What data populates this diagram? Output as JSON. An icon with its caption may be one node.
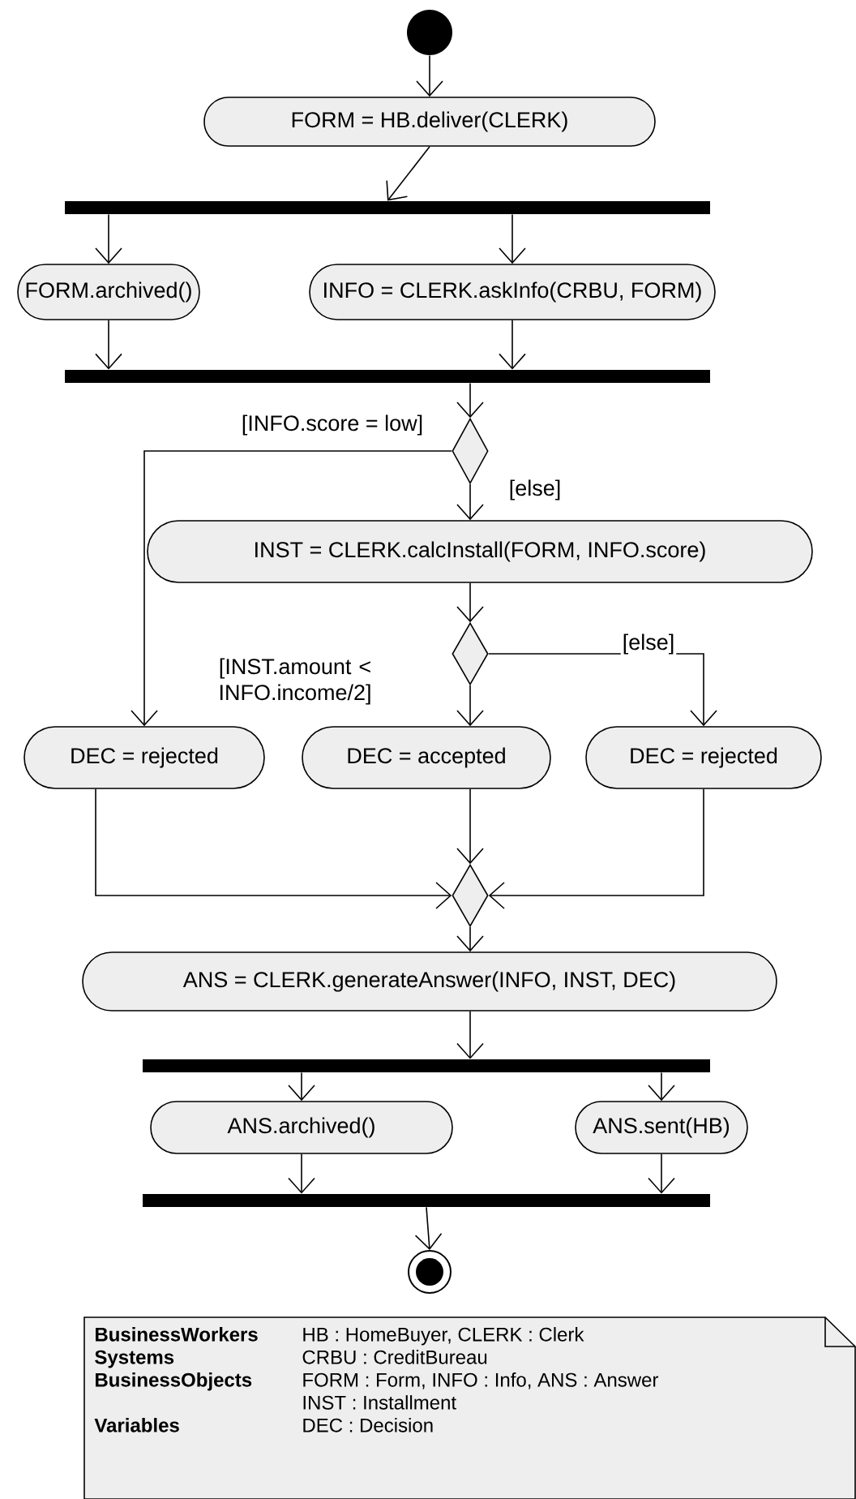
{
  "diagram": {
    "nodes": [
      {
        "text": [],
        "shape": "circle"
      },
      {
        "text": [
          "FORM = HB.deliver(CLERK)"
        ]
      },
      {
        "text": [],
        "shape": "bar"
      },
      {
        "text": [
          "FORM.archived()"
        ]
      },
      {
        "text": [
          "INFO = CLERK.askInfo(CRBU, FORM)"
        ]
      },
      {
        "text": [],
        "shape": "bar"
      },
      {
        "text": [],
        "shape": "diamond"
      },
      {
        "text": [
          "INST = CLERK.calcInstall(FORM, INFO.score)"
        ]
      },
      {
        "text": [],
        "shape": "diamond"
      },
      {
        "text": [
          "DEC = rejected"
        ]
      },
      {
        "text": [
          "DEC = accepted"
        ]
      },
      {
        "text": [
          "DEC = rejected"
        ]
      },
      {
        "text": [],
        "shape": "diamond"
      },
      {
        "text": [
          "ANS = CLERK.generateAnswer(INFO, INST, DEC)"
        ]
      },
      {
        "text": [],
        "shape": "bar"
      },
      {
        "text": [
          "ANS.archived()"
        ]
      },
      {
        "text": [
          "ANS.sent(HB)"
        ]
      },
      {
        "text": [],
        "shape": "bar"
      },
      {
        "text": [],
        "shape": "circle"
      },
      {
        "text": [
          "BusinessWorkers",
          "HB : HomeBuyer, CLERK : Clerk",
          "Systems",
          "CRBU : CreditBureau",
          "BusinessObjects",
          "FORM : Form, INFO : Info, ANS : Answer",
          "INST : Installment",
          "Variables",
          "DEC : Decision"
        ]
      }
    ],
    "edges": [
      {
        "from": 0,
        "to": 1,
        "arrow": "to"
      },
      {
        "from": 1,
        "to": 2,
        "arrow": "to"
      },
      {
        "from": 2,
        "to": 3,
        "arrow": "to"
      },
      {
        "from": 2,
        "to": 4,
        "arrow": "to"
      },
      {
        "from": 3,
        "to": 5,
        "arrow": "to"
      },
      {
        "from": 4,
        "to": 5,
        "arrow": "to"
      },
      {
        "from": 5,
        "to": 6,
        "arrow": "to"
      },
      {
        "from": 6,
        "to": 9,
        "arrow": "to",
        "label": "[INFO.score = low]"
      },
      {
        "from": 6,
        "to": 7,
        "arrow": "to",
        "label": "[else]"
      },
      {
        "from": 7,
        "to": 8,
        "arrow": "to"
      },
      {
        "from": 8,
        "to": 10,
        "arrow": "to",
        "label": "[INST.amount < INFO.income/2]"
      },
      {
        "from": 8,
        "to": 11,
        "arrow": "to",
        "label": "[else]"
      },
      {
        "from": 9,
        "to": 12,
        "arrow": "to"
      },
      {
        "from": 10,
        "to": 12,
        "arrow": "to"
      },
      {
        "from": 11,
        "to": 12,
        "arrow": "to"
      },
      {
        "from": 12,
        "to": 13,
        "arrow": "to"
      },
      {
        "from": 13,
        "to": 14,
        "arrow": "to"
      },
      {
        "from": 14,
        "to": 15,
        "arrow": "to"
      },
      {
        "from": 14,
        "to": 16,
        "arrow": "to"
      },
      {
        "from": 15,
        "to": 17,
        "arrow": "to"
      },
      {
        "from": 16,
        "to": 17,
        "arrow": "to"
      },
      {
        "from": 17,
        "to": 18,
        "arrow": "to"
      }
    ]
  }
}
